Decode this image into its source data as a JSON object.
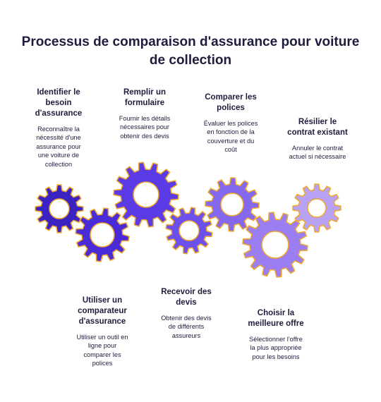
{
  "title_line1": "Processus de comparaison d'assurance pour voiture",
  "title_line2": "de collection",
  "steps": [
    {
      "title": [
        "Identifier le",
        "besoin",
        "d'assurance"
      ],
      "desc": [
        "Reconnaître la",
        "nécessité d'une",
        "assurance pour",
        "une voiture de",
        "collection"
      ]
    },
    {
      "title": [
        "Utiliser un",
        "comparateur",
        "d'assurance"
      ],
      "desc": [
        "Utiliser un outil en",
        "ligne pour",
        "comparer les",
        "polices"
      ]
    },
    {
      "title": [
        "Remplir un",
        "formulaire"
      ],
      "desc": [
        "Fournir les détails",
        "nécessaires pour",
        "obtenir des devis"
      ]
    },
    {
      "title": [
        "Recevoir des",
        "devis"
      ],
      "desc": [
        "Obtenir des devis",
        "de différents",
        "assureurs"
      ]
    },
    {
      "title": [
        "Comparer les",
        "polices"
      ],
      "desc": [
        "Évaluer les polices",
        "en fonction de la",
        "couverture et du",
        "coût"
      ]
    },
    {
      "title": [
        "Choisir la",
        "meilleure offre"
      ],
      "desc": [
        "Sélectionner l'offre",
        "la plus appropriée",
        "pour les besoins"
      ]
    },
    {
      "title": [
        "Résilier le",
        "contrat existant"
      ],
      "desc": [
        "Annuler le contrat",
        "actuel si nécessaire"
      ]
    }
  ],
  "colors": {
    "title": "#1f1d3d",
    "gear_stroke": "#f0a830",
    "gear_hole": "#ffffff",
    "gears": [
      "#3b22c2",
      "#4a2bd8",
      "#5a3be6",
      "#6c50ec",
      "#8468ee",
      "#9a7ef2",
      "#b8a2f6"
    ]
  }
}
